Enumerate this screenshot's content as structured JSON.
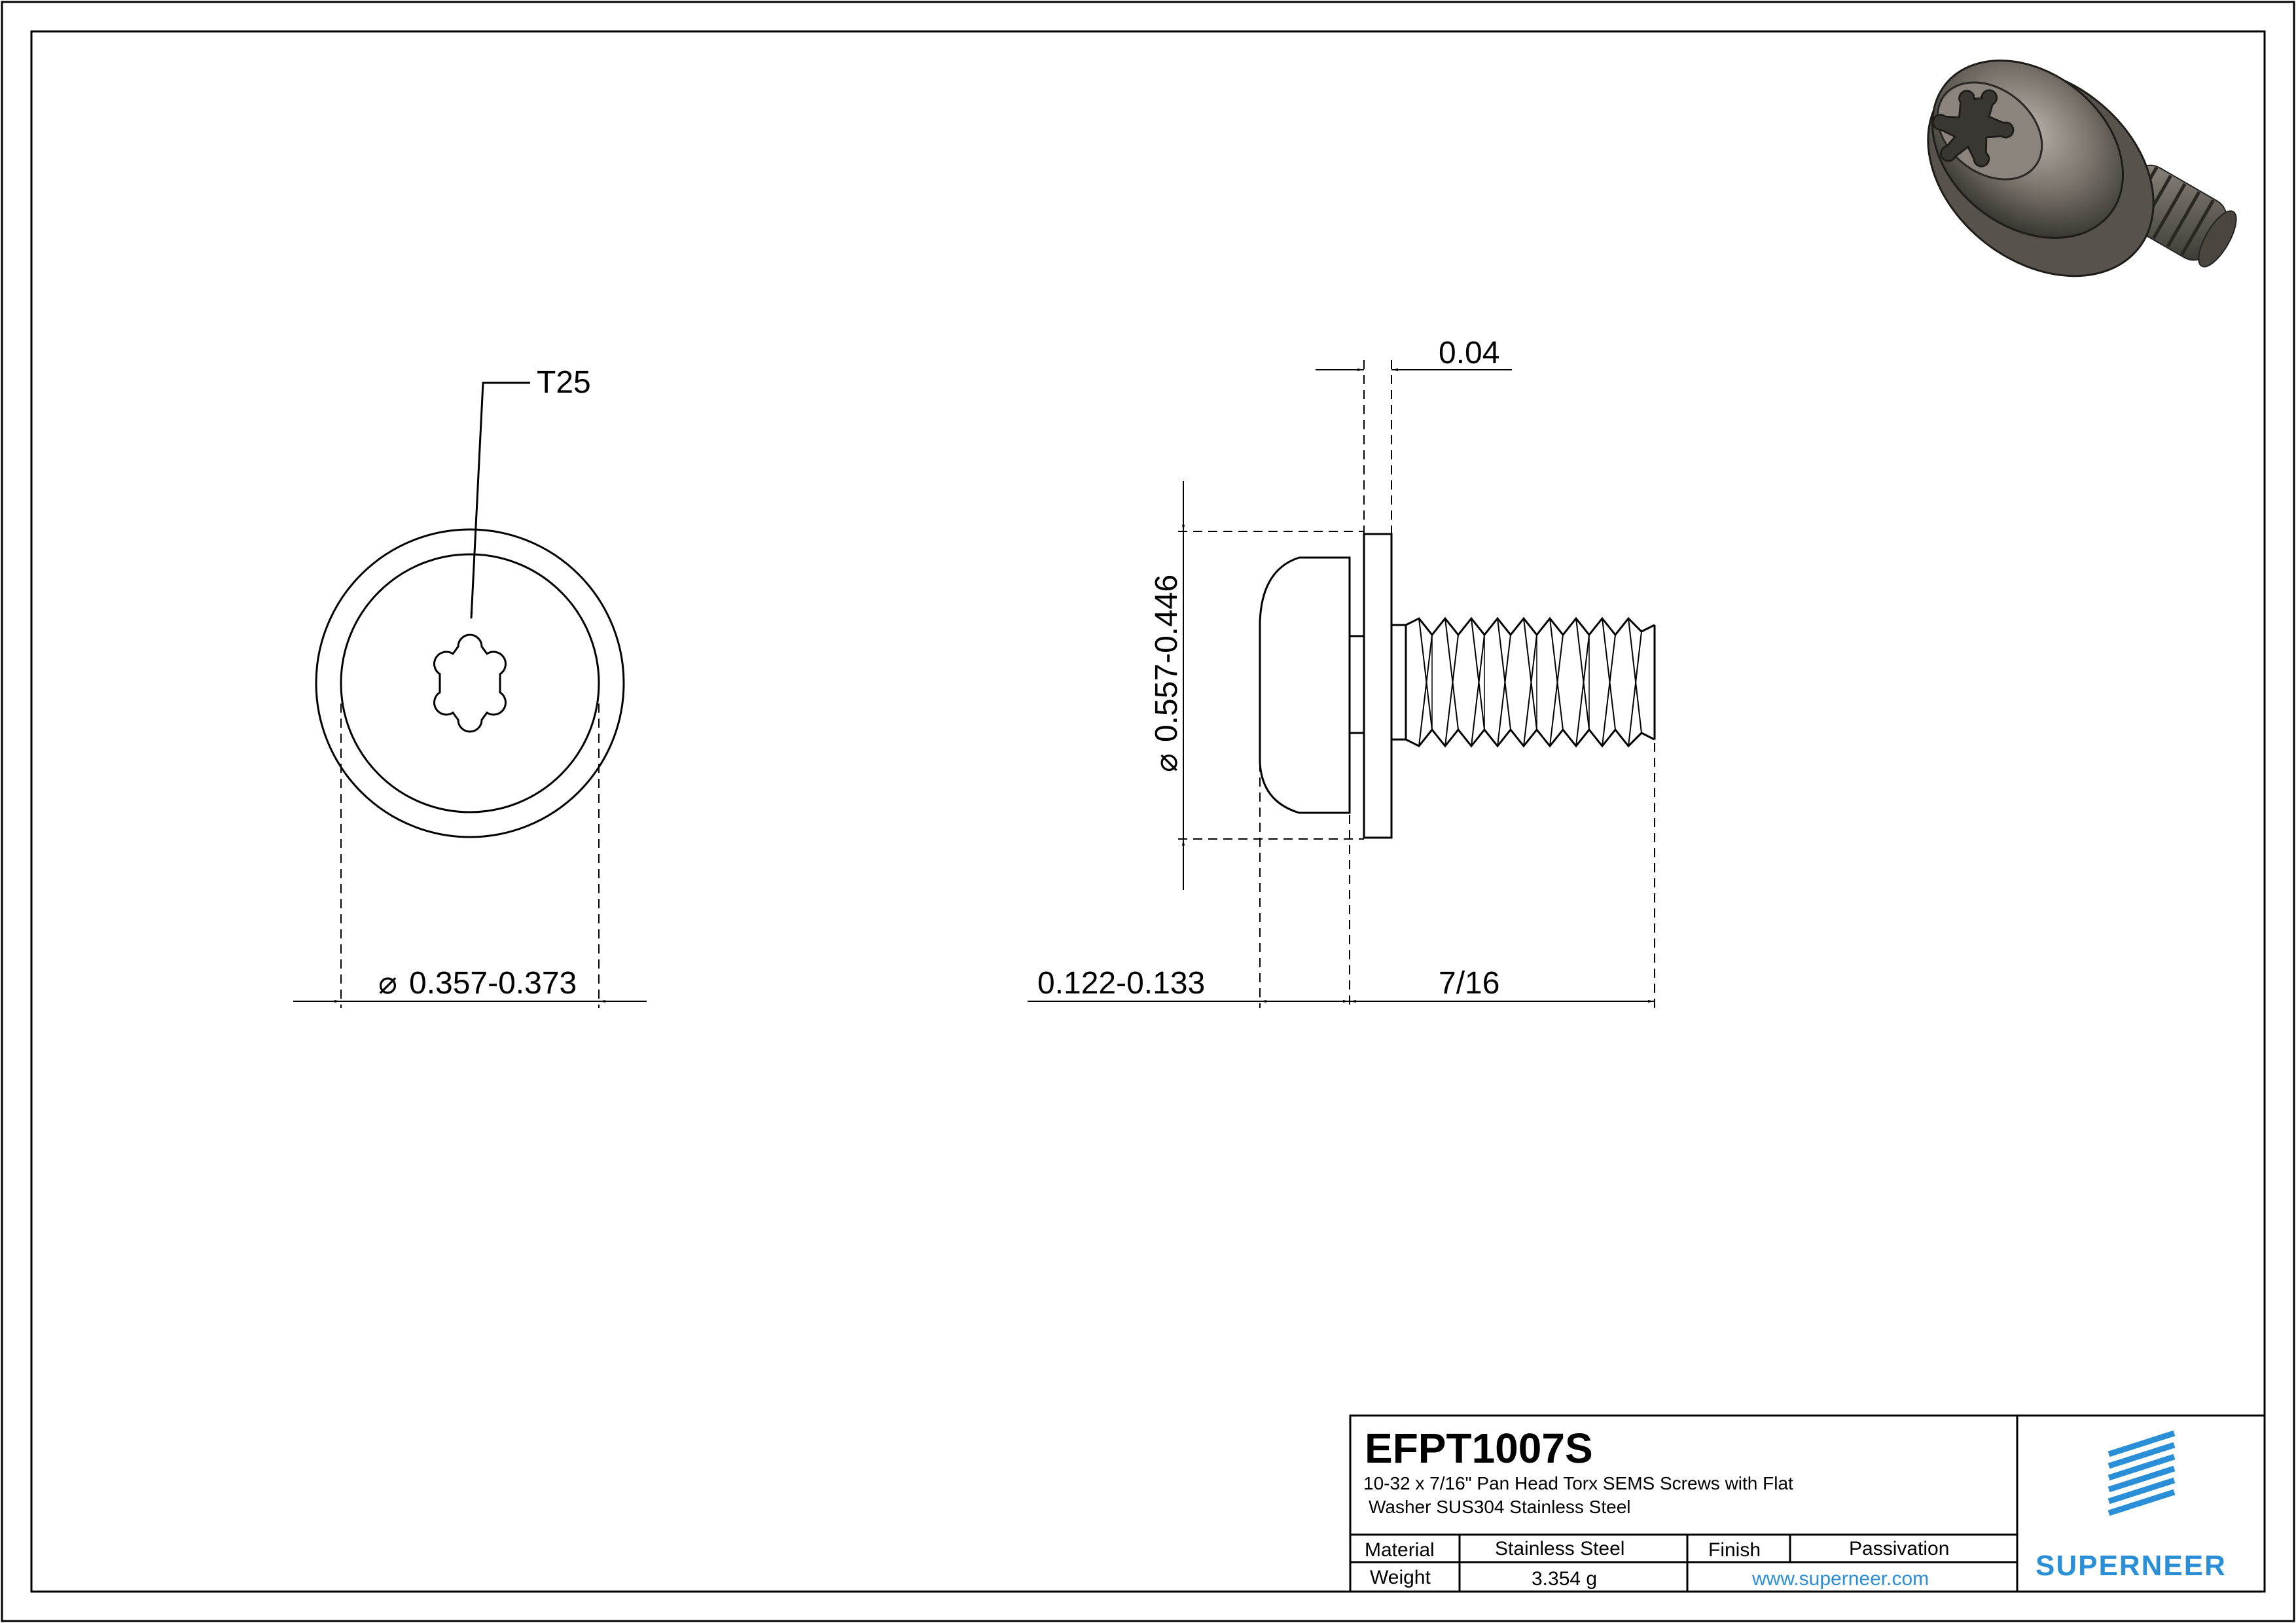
{
  "drawing": {
    "callout_drive": "T25",
    "dim_recess_diameter": "0.357-0.373",
    "dim_washer_thickness": "0.04",
    "dim_diameter_range": "0.557-0.446",
    "dim_head_height": "0.122-0.133",
    "dim_length": "7/16",
    "diameter_symbol": "⌀"
  },
  "title_block": {
    "part_number": "EFPT1007S",
    "description_line1": "10-32 x 7/16\" Pan Head Torx SEMS Screws with  Flat",
    "description_line2": "Washer SUS304 Stainless Steel",
    "material_label": "Material",
    "material_value": "Stainless Steel",
    "finish_label": "Finish",
    "finish_value": "Passivation",
    "weight_label": "Weight",
    "weight_value": "3.354 g",
    "website": "www.superneer.com"
  },
  "brand": {
    "name": "SUPERNEER",
    "color": "#2a8fd6"
  }
}
